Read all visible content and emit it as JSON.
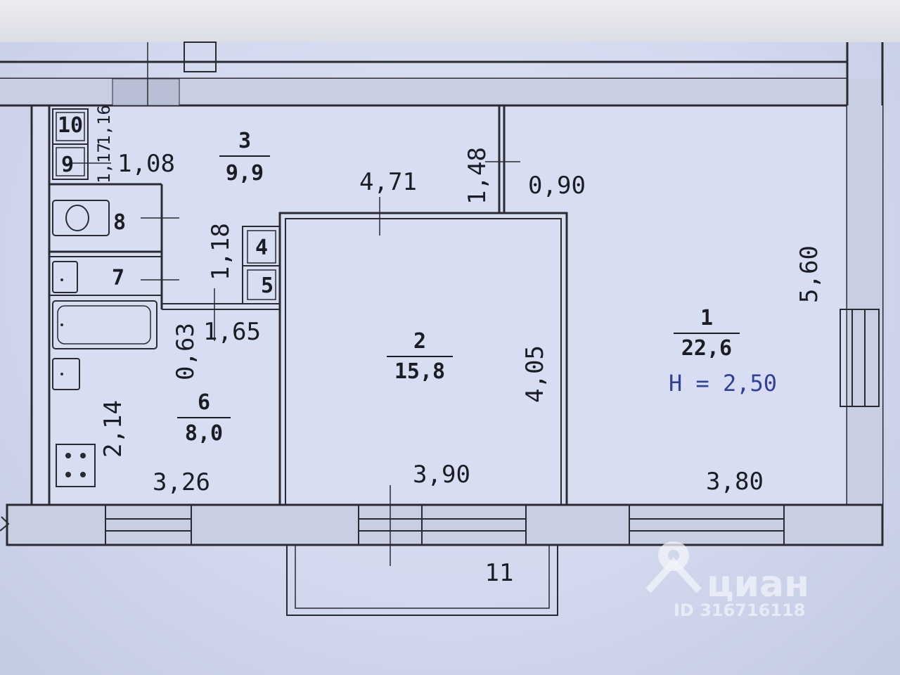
{
  "rooms": [
    {
      "id": "1",
      "area": "22,6"
    },
    {
      "id": "2",
      "area": "15,8"
    },
    {
      "id": "3",
      "area": "9,9"
    },
    {
      "id": "6",
      "area": "8,0"
    },
    {
      "id": "4"
    },
    {
      "id": "5"
    },
    {
      "id": "7"
    },
    {
      "id": "8"
    },
    {
      "id": "9"
    },
    {
      "id": "10"
    },
    {
      "id": "11"
    }
  ],
  "ceiling_height": "H = 2,50",
  "dimensions": {
    "d108": "1,08",
    "d471": "4,71",
    "d148": "1,48",
    "d090": "0,90",
    "d560": "5,60",
    "d118": "1,18",
    "d165": "1,65",
    "d063": "0,63",
    "d214": "2,14",
    "d405": "4,05",
    "d326": "3,26",
    "d390": "3,90",
    "d380": "3,80",
    "d116": "1,16",
    "d117": "1,17"
  },
  "watermark": {
    "brand": "циан",
    "id": "ID 316716118"
  },
  "colors": {
    "wall": "#2a2a30",
    "plan_bg": "#d6dcf0",
    "height_text": "#33409a"
  }
}
